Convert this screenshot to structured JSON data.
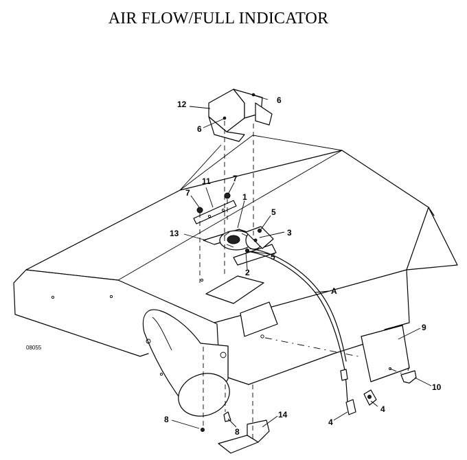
{
  "title": "AIR FLOW/FULL INDICATOR",
  "figure_ref": "08055",
  "callouts": {
    "c1": "1",
    "c2": "2",
    "c3": "3",
    "c4a": "4",
    "c4b": "4",
    "c5a": "5",
    "c5b": "5",
    "c6a": "6",
    "c6b": "6",
    "c7a": "7",
    "c7b": "7",
    "c8a": "8",
    "c8b": "8",
    "c9": "9",
    "c10": "10",
    "c11": "11",
    "c12": "12",
    "c13": "13",
    "c14": "14",
    "cA": "A"
  }
}
